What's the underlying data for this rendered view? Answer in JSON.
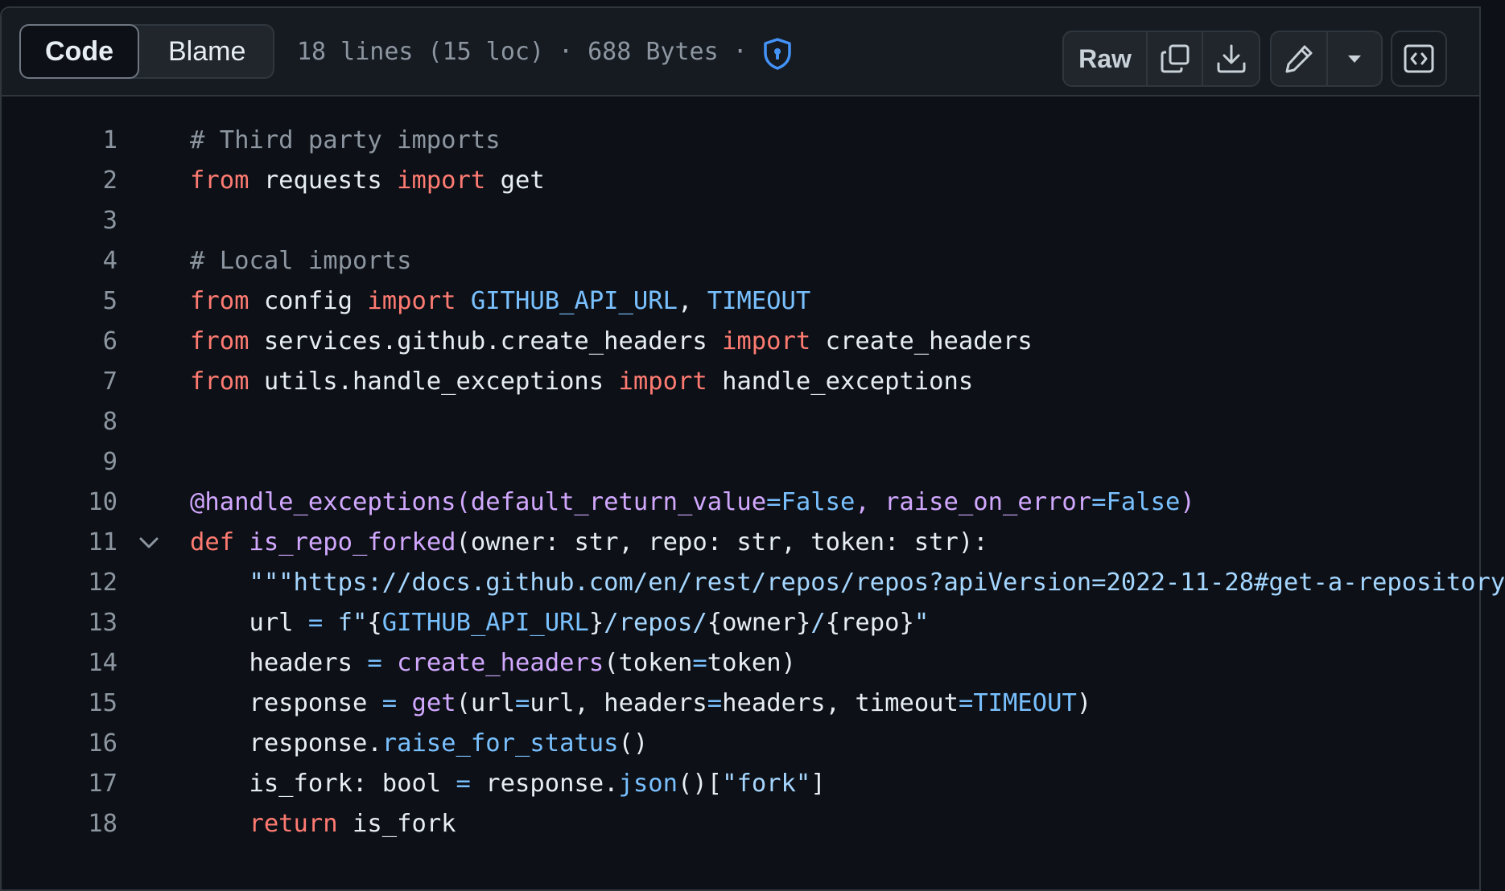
{
  "toolbar": {
    "code_tab": "Code",
    "blame_tab": "Blame",
    "lines_info": "18 lines (15 loc)",
    "separator": "·",
    "size_info": "688 Bytes",
    "raw_label": "Raw"
  },
  "icons": {
    "security": "shield-lock-icon",
    "copy": "copy-icon",
    "download": "download-icon",
    "edit": "pencil-icon",
    "more": "triangle-down-icon",
    "symbols": "code-square-icon"
  },
  "colors": {
    "background": "#0d1117",
    "header": "#161b22",
    "border": "#30363d",
    "keyword": "#ff7b72",
    "constant": "#79c0ff",
    "function": "#d2a8ff",
    "string": "#a5d6ff",
    "comment": "#8d96a0",
    "accent_icon": "#4493f8"
  },
  "code": {
    "lines": [
      {
        "n": "1",
        "tokens": [
          [
            "com",
            "# Third party imports"
          ]
        ]
      },
      {
        "n": "2",
        "tokens": [
          [
            "kw",
            "from"
          ],
          [
            "",
            " requests "
          ],
          [
            "kw",
            "import"
          ],
          [
            "",
            " get"
          ]
        ]
      },
      {
        "n": "3",
        "tokens": []
      },
      {
        "n": "4",
        "tokens": [
          [
            "com",
            "# Local imports"
          ]
        ]
      },
      {
        "n": "5",
        "tokens": [
          [
            "kw",
            "from"
          ],
          [
            "",
            " config "
          ],
          [
            "kw",
            "import"
          ],
          [
            "",
            " "
          ],
          [
            "const",
            "GITHUB_API_URL"
          ],
          [
            "",
            ", "
          ],
          [
            "const",
            "TIMEOUT"
          ]
        ]
      },
      {
        "n": "6",
        "tokens": [
          [
            "kw",
            "from"
          ],
          [
            "",
            " services.github.create_headers "
          ],
          [
            "kw",
            "import"
          ],
          [
            "",
            " create_headers"
          ]
        ]
      },
      {
        "n": "7",
        "tokens": [
          [
            "kw",
            "from"
          ],
          [
            "",
            " utils.handle_exceptions "
          ],
          [
            "kw",
            "import"
          ],
          [
            "",
            " handle_exceptions"
          ]
        ]
      },
      {
        "n": "8",
        "tokens": []
      },
      {
        "n": "9",
        "tokens": []
      },
      {
        "n": "10",
        "tokens": [
          [
            "fn",
            "@handle_exceptions(default_return_value"
          ],
          [
            "op",
            "="
          ],
          [
            "const",
            "False"
          ],
          [
            "fn",
            ", raise_on_error"
          ],
          [
            "op",
            "="
          ],
          [
            "const",
            "False"
          ],
          [
            "fn",
            ")"
          ]
        ]
      },
      {
        "n": "11",
        "fold": true,
        "tokens": [
          [
            "kw",
            "def"
          ],
          [
            "",
            " "
          ],
          [
            "fn",
            "is_repo_forked"
          ],
          [
            "",
            "(owner: str, repo: str, token: str):"
          ]
        ]
      },
      {
        "n": "12",
        "tokens": [
          [
            "",
            "    "
          ],
          [
            "str",
            "\"\"\"https://docs.github.com/en/rest/repos/repos?apiVersion=2022-11-28#get-a-repository"
          ]
        ]
      },
      {
        "n": "13",
        "tokens": [
          [
            "",
            "    url "
          ],
          [
            "op",
            "="
          ],
          [
            "",
            " "
          ],
          [
            "str",
            "f\""
          ],
          [
            "",
            "{"
          ],
          [
            "const",
            "GITHUB_API_URL"
          ],
          [
            "",
            "}"
          ],
          [
            "str",
            "/repos/"
          ],
          [
            "",
            "{owner}"
          ],
          [
            "str",
            "/"
          ],
          [
            "",
            "{repo}"
          ],
          [
            "str",
            "\""
          ]
        ]
      },
      {
        "n": "14",
        "tokens": [
          [
            "",
            "    headers "
          ],
          [
            "op",
            "="
          ],
          [
            "",
            " "
          ],
          [
            "fn",
            "create_headers"
          ],
          [
            "",
            "(token"
          ],
          [
            "op",
            "="
          ],
          [
            "",
            "token)"
          ]
        ]
      },
      {
        "n": "15",
        "tokens": [
          [
            "",
            "    response "
          ],
          [
            "op",
            "="
          ],
          [
            "",
            " "
          ],
          [
            "fn",
            "get"
          ],
          [
            "",
            "(url"
          ],
          [
            "op",
            "="
          ],
          [
            "",
            "url, headers"
          ],
          [
            "op",
            "="
          ],
          [
            "",
            "headers, timeout"
          ],
          [
            "op",
            "="
          ],
          [
            "const",
            "TIMEOUT"
          ],
          [
            "",
            ")"
          ]
        ]
      },
      {
        "n": "16",
        "tokens": [
          [
            "",
            "    response."
          ],
          [
            "const",
            "raise_for_status"
          ],
          [
            "",
            "()"
          ]
        ]
      },
      {
        "n": "17",
        "tokens": [
          [
            "",
            "    is_fork: bool "
          ],
          [
            "op",
            "="
          ],
          [
            "",
            " response."
          ],
          [
            "const",
            "json"
          ],
          [
            "",
            "()["
          ],
          [
            "str",
            "\"fork\""
          ],
          [
            "",
            "]"
          ]
        ]
      },
      {
        "n": "18",
        "tokens": [
          [
            "",
            "    "
          ],
          [
            "kw",
            "return"
          ],
          [
            "",
            " is_fork"
          ]
        ]
      }
    ]
  }
}
